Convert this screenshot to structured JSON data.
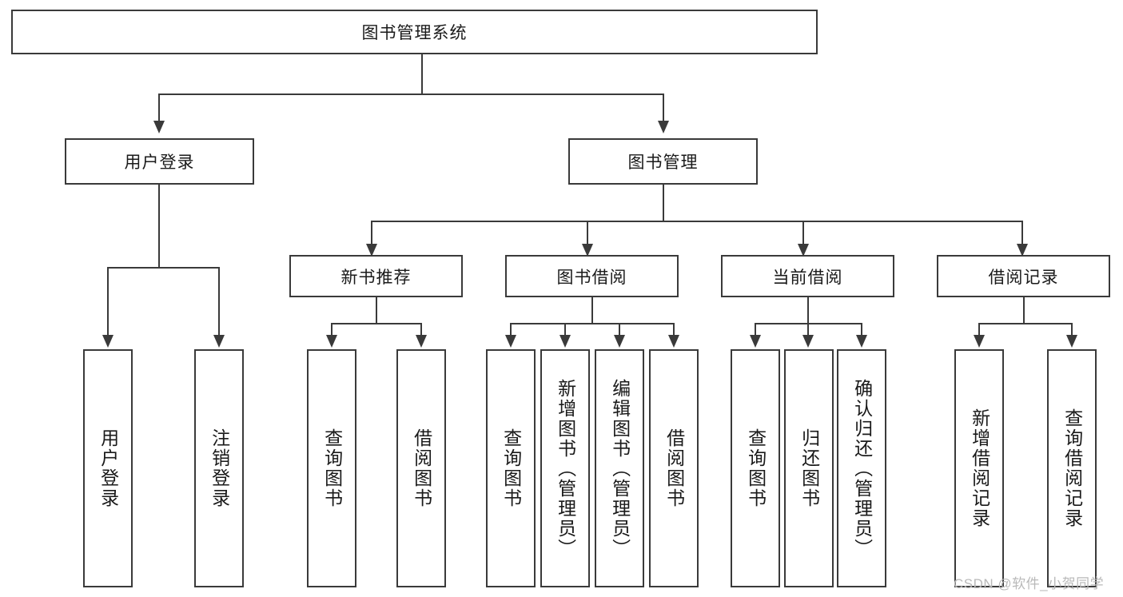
{
  "diagram": {
    "type": "tree-hierarchy-chart",
    "title": "图书管理系统",
    "root": {
      "id": "root",
      "label": "图书管理系统",
      "level": 0
    },
    "level2": [
      {
        "id": "user-login",
        "label": "用户登录"
      },
      {
        "id": "book-management",
        "label": "图书管理"
      }
    ],
    "level3": [
      {
        "id": "new-book-recommend",
        "label": "新书推荐",
        "parent": "book-management"
      },
      {
        "id": "book-borrow",
        "label": "图书借阅",
        "parent": "book-management"
      },
      {
        "id": "current-borrow",
        "label": "当前借阅",
        "parent": "book-management"
      },
      {
        "id": "borrow-record",
        "label": "借阅记录",
        "parent": "book-management"
      }
    ],
    "leaves": {
      "user_login": [
        {
          "id": "leaf-user-login",
          "label": "用户登录"
        },
        {
          "id": "leaf-user-logout",
          "label": "注销登录"
        }
      ],
      "new_book_recommend": [
        {
          "id": "leaf-query-book-1",
          "label": "查询图书"
        },
        {
          "id": "leaf-borrow-book-1",
          "label": "借阅图书"
        }
      ],
      "book_borrow": [
        {
          "id": "leaf-query-book-2",
          "label": "查询图书"
        },
        {
          "id": "leaf-add-book",
          "label": "新增图书（管理员）"
        },
        {
          "id": "leaf-edit-book",
          "label": "编辑图书（管理员）"
        },
        {
          "id": "leaf-borrow-book-2",
          "label": "借阅图书"
        }
      ],
      "current_borrow": [
        {
          "id": "leaf-query-book-3",
          "label": "查询图书"
        },
        {
          "id": "leaf-return-book",
          "label": "归还图书"
        },
        {
          "id": "leaf-confirm-return",
          "label": "确认归还（管理员）"
        }
      ],
      "borrow_record": [
        {
          "id": "leaf-add-record",
          "label": "新增借阅记录"
        },
        {
          "id": "leaf-query-record",
          "label": "查询借阅记录"
        }
      ]
    },
    "colors": {
      "border": "#3a3a3a",
      "background": "#ffffff",
      "text": "#1a1a1a",
      "watermark": "#b9b9b9"
    }
  },
  "watermark": {
    "text": "CSDN @软件_小贺同学"
  }
}
